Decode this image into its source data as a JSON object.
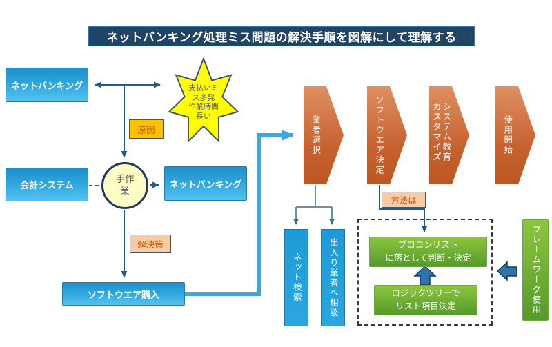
{
  "title": "ネットバンキング処理ミス問題の解決手順を図解にして理解する",
  "colors": {
    "title_bg": "#1F4466",
    "accent_blue": "#2EA5DD",
    "accent_orange": "#C76230",
    "accent_green": "#6FB53A",
    "star_yellow": "#FFFF00",
    "cause_label_bg": "#FFC000",
    "peach_label_bg": "#F9CBA2",
    "connector": "#1F5C8C",
    "flow_arrow": "#3DA8E0",
    "block_arrow": "#2E74A6"
  },
  "nodes": {
    "netbank_top": "ネットバンキング",
    "star_lines": [
      "支払いミ",
      "ス多発",
      "作業時間",
      "長い"
    ],
    "cause_label": "原因",
    "manual_circle": "手作業",
    "accounting": "会計システム",
    "netbank_mid": "ネットバンキング",
    "solution_label": "解決策",
    "software_purchase": "ソフトウエア購入",
    "chevrons": [
      {
        "label": "業者選択"
      },
      {
        "label": "ソフトウエア決定"
      },
      {
        "label": "システム教育カスタマイズ"
      },
      {
        "label": "使用開始"
      }
    ],
    "method_label": "方法は",
    "net_search": "ネット検索",
    "vendor_consult": "出入り業者へ相談",
    "procon_lines": [
      "プロコンリスト",
      "に落として判断・決定"
    ],
    "logictree_lines": [
      "ロジックツリーで",
      "リスト項目決定"
    ],
    "framework": "フレームワーク使用"
  }
}
